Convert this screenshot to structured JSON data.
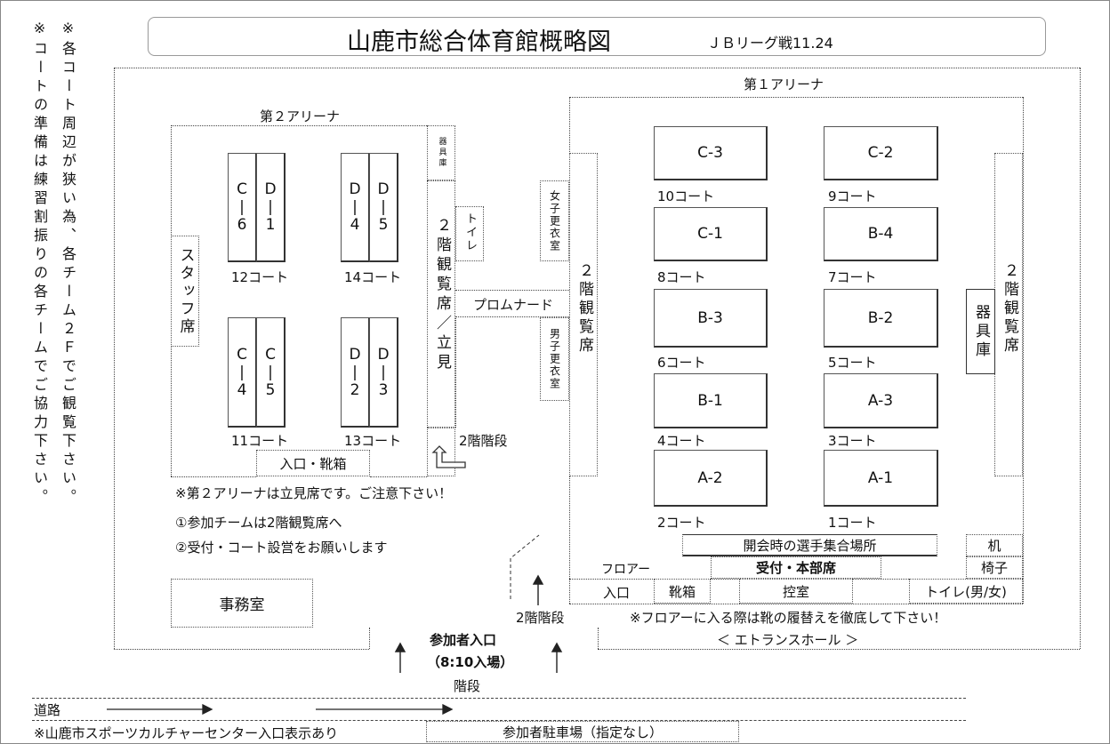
{
  "title": "山鹿市総合体育館概略図",
  "subtitle": "ＪＢリーグ戦11.24",
  "side_note_1": "※コートの準備は練習割振りの各チームでご協力下さい。",
  "side_note_2": "※各コート周辺が狭い為、各チーム２Ｆでご観覧下さい。",
  "arena2": {
    "title": "第２アリーナ",
    "staff": "スタッフ席",
    "courts": [
      {
        "id": "C-6",
        "a": "C",
        "b": "6"
      },
      {
        "id": "D-1",
        "a": "D",
        "b": "1"
      },
      {
        "id": "D-4",
        "a": "D",
        "b": "4"
      },
      {
        "id": "D-5",
        "a": "D",
        "b": "5"
      },
      {
        "id": "C-4",
        "a": "C",
        "b": "4"
      },
      {
        "id": "C-5",
        "a": "C",
        "b": "5"
      },
      {
        "id": "D-2",
        "a": "D",
        "b": "2"
      },
      {
        "id": "D-3",
        "a": "D",
        "b": "3"
      }
    ],
    "court_labels": [
      "12コート",
      "14コート",
      "11コート",
      "13コート"
    ],
    "equipment": "器具庫",
    "seats": "２階観覧席／立見",
    "entrance": "入口・靴箱",
    "stairs": "2階階段",
    "toilet": "トイレ",
    "note1": "※第２アリーナは立見席です。ご注意下さい！",
    "note2": "①参加チームは2階観覧席へ",
    "note3": "②受付・コート設営をお願いします"
  },
  "center": {
    "promenade": "プロムナード",
    "women_locker": "女子更衣室",
    "men_locker": "男子更衣室"
  },
  "arena1": {
    "title": "第１アリーナ",
    "left_seats": "２階観覧席",
    "right_seats": "２階観覧席",
    "equipment": "器具庫",
    "courts": [
      "C-3",
      "C-2",
      "C-1",
      "B-4",
      "B-3",
      "B-2",
      "B-1",
      "A-3",
      "A-2",
      "A-1"
    ],
    "court_labels": [
      "10コート",
      "9コート",
      "8コート",
      "7コート",
      "6コート",
      "5コート",
      "4コート",
      "3コート",
      "2コート",
      "1コート"
    ],
    "gathering": "開会時の選手集合場所",
    "desk": "机",
    "chair": "椅子"
  },
  "lobby": {
    "floor": "フロアー",
    "entrance": "入口",
    "reception": "受付・本部席",
    "shoe_box": "靴箱",
    "waiting": "控室",
    "toilet": "トイレ(男/女)",
    "stairs": "2階階段",
    "notice": "※フロアーに入る際は靴の履替えを徹底して下さい！",
    "hall": "＜ エトランスホール ＞"
  },
  "office": "事務室",
  "participant_entrance": "参加者入口",
  "entry_time": "（8:10入場）",
  "steps": "階段",
  "road": "道路",
  "sports_center": "※山鹿市スポーツカルチャーセンター入口表示あり",
  "parking": "参加者駐車場（指定なし）"
}
